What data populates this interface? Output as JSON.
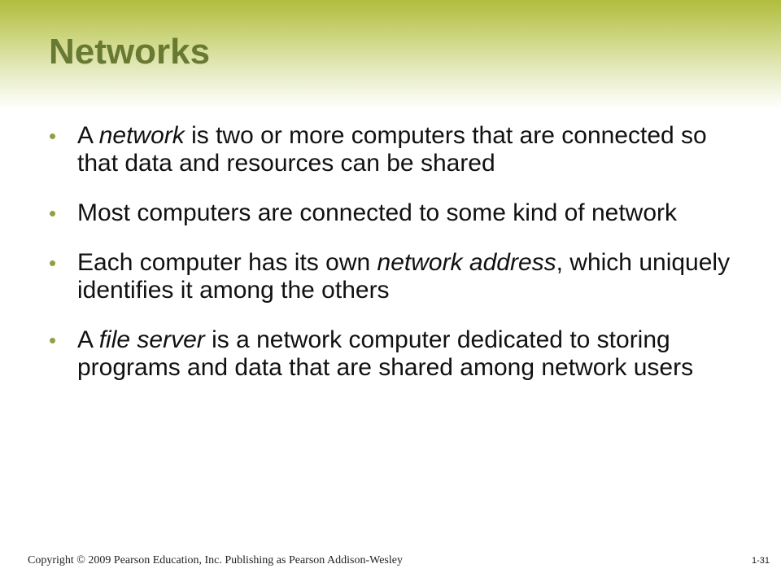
{
  "title": "Networks",
  "bullets": [
    [
      {
        "t": "A ",
        "i": false
      },
      {
        "t": "network",
        "i": true
      },
      {
        "t": " is two or more computers that are connected so that data and resources can be shared",
        "i": false
      }
    ],
    [
      {
        "t": "Most computers are connected to some kind of network",
        "i": false
      }
    ],
    [
      {
        "t": "Each computer has its own ",
        "i": false
      },
      {
        "t": "network address",
        "i": true
      },
      {
        "t": ", which uniquely identifies it among the others",
        "i": false
      }
    ],
    [
      {
        "t": "A ",
        "i": false
      },
      {
        "t": "file server",
        "i": true
      },
      {
        "t": " is a network computer dedicated to storing programs and data that are shared among network users",
        "i": false
      }
    ]
  ],
  "footer": {
    "copyright": "Copyright © 2009 Pearson Education, Inc. Publishing as Pearson Addison-Wesley",
    "page": "1-31"
  },
  "colors": {
    "title": "#687a32",
    "bullet": "#8ea143",
    "band": "#b0bd3f"
  },
  "icons": {
    "bullet": "bullet-dot-icon"
  }
}
